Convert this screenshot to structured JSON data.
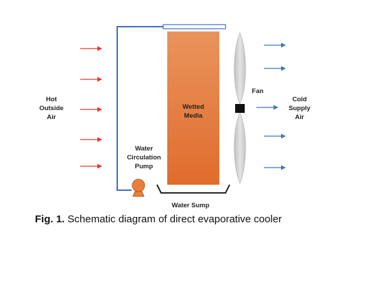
{
  "diagram": {
    "labels": {
      "hot_air": [
        "Hot",
        "Outside",
        "Air"
      ],
      "wetted_media": [
        "Wetted",
        "Media"
      ],
      "pump": [
        "Water",
        "Circulation",
        "Pump"
      ],
      "fan": "Fan",
      "cold_air": [
        "Cold",
        "Supply",
        "Air"
      ],
      "water_sump": "Water Sump"
    },
    "colors": {
      "hot_air_arrow": "#e8372c",
      "cold_air_arrow": "#3a78c0",
      "water_pipe": "#3a6fc4",
      "media_top": "#e9945c",
      "media_bottom": "#e06c2d",
      "pump": "#e8803d",
      "fan_blade": "#d9d9d9",
      "fan_hub": "#111111"
    }
  },
  "caption": {
    "number": "Fig. 1.",
    "text": " Schematic diagram of direct evaporative cooler"
  }
}
